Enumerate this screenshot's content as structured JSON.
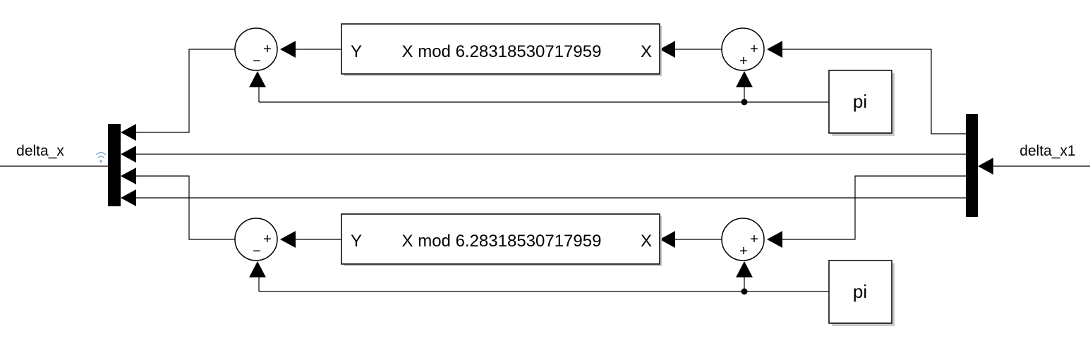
{
  "ports": {
    "input": "delta_x1",
    "output": "delta_x"
  },
  "mod_blocks": [
    {
      "left_port": "Y",
      "expression": "X mod 6.28318530717959",
      "right_port": "X"
    },
    {
      "left_port": "Y",
      "expression": "X mod 6.28318530717959",
      "right_port": "X"
    }
  ],
  "constants": [
    {
      "value": "pi"
    },
    {
      "value": "pi"
    }
  ],
  "sum_blocks": {
    "add": {
      "top_sign": "+",
      "bottom_sign": "+"
    },
    "subtract": {
      "top_sign": "+",
      "bottom_sign": "−"
    }
  },
  "colors": {
    "line": "#000000",
    "block_fill": "#ffffff",
    "shadow": "#c8c8c8",
    "signal_icon": "#7ea6d8"
  },
  "icons": {
    "output_port": "signal-broadcast-icon"
  }
}
